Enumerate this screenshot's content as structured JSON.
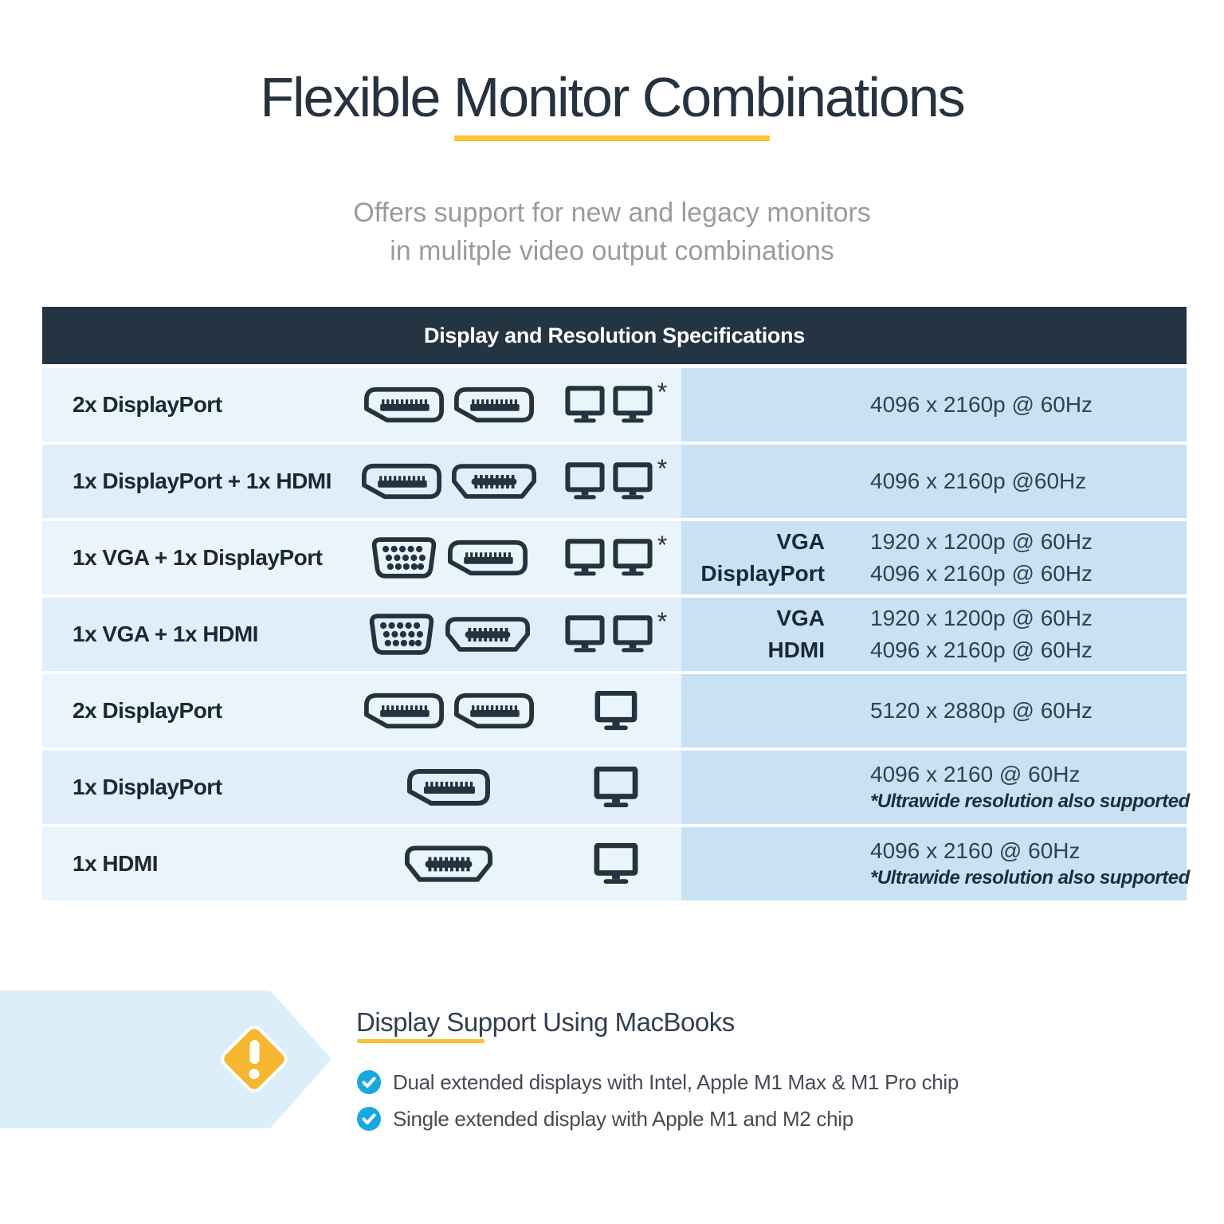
{
  "header": {
    "title": "Flexible Monitor Combinations",
    "subtitle_line1": "Offers support for new and legacy monitors",
    "subtitle_line2": "in mulitple video output combinations"
  },
  "table": {
    "header": "Display and Resolution Specifications",
    "asterisk": "*",
    "rows": [
      {
        "label": "2x DisplayPort",
        "connectors": [
          "displayport",
          "displayport"
        ],
        "monitors": 2,
        "dual_asterisk": true,
        "resolution": "4096 x 2160p @ 60Hz"
      },
      {
        "label": "1x DisplayPort + 1x HDMI",
        "connectors": [
          "displayport",
          "hdmi"
        ],
        "monitors": 2,
        "dual_asterisk": true,
        "resolution": "4096 x 2160p @60Hz"
      },
      {
        "label": "1x VGA + 1x DisplayPort",
        "connectors": [
          "vga",
          "displayport"
        ],
        "monitors": 2,
        "dual_asterisk": true,
        "entries": [
          {
            "port": "VGA",
            "resolution": "1920 x 1200p @ 60Hz"
          },
          {
            "port": "DisplayPort",
            "resolution": "4096 x 2160p @ 60Hz"
          }
        ]
      },
      {
        "label": "1x VGA + 1x HDMI",
        "connectors": [
          "vga",
          "hdmi"
        ],
        "monitors": 2,
        "dual_asterisk": true,
        "entries": [
          {
            "port": "VGA",
            "resolution": "1920 x 1200p @ 60Hz"
          },
          {
            "port": "HDMI",
            "resolution": "4096 x 2160p @ 60Hz"
          }
        ]
      },
      {
        "label": "2x DisplayPort",
        "connectors": [
          "displayport",
          "displayport"
        ],
        "monitors": 1,
        "resolution": "5120 x 2880p @ 60Hz"
      },
      {
        "label": "1x DisplayPort",
        "connectors": [
          "displayport"
        ],
        "monitors": 1,
        "resolution": "4096 x 2160 @ 60Hz",
        "note": "*Ultrawide resolution also supported"
      },
      {
        "label": "1x HDMI",
        "connectors": [
          "hdmi"
        ],
        "monitors": 1,
        "resolution": "4096 x 2160 @ 60Hz",
        "note": "*Ultrawide resolution also supported"
      }
    ]
  },
  "macbook": {
    "heading": "Display Support Using MacBooks",
    "bullets": [
      "Dual extended displays with Intel, Apple M1 Max & M1 Pro chip",
      "Single extended display with Apple M1 and M2 chip"
    ]
  },
  "colors": {
    "accent_yellow": "#fdc32f",
    "warning_yellow": "#f7b62f",
    "header_navy": "#243442",
    "icon_navy": "#25323f",
    "row_light": "#e9f4fb",
    "row_alt": "#dfeef8",
    "resolution_column": "#c8e2f3",
    "banner_blue": "#dceefa",
    "check_blue": "#16a9e1",
    "title_text": "#26323f",
    "subtitle_gray": "#9b9b9b"
  }
}
